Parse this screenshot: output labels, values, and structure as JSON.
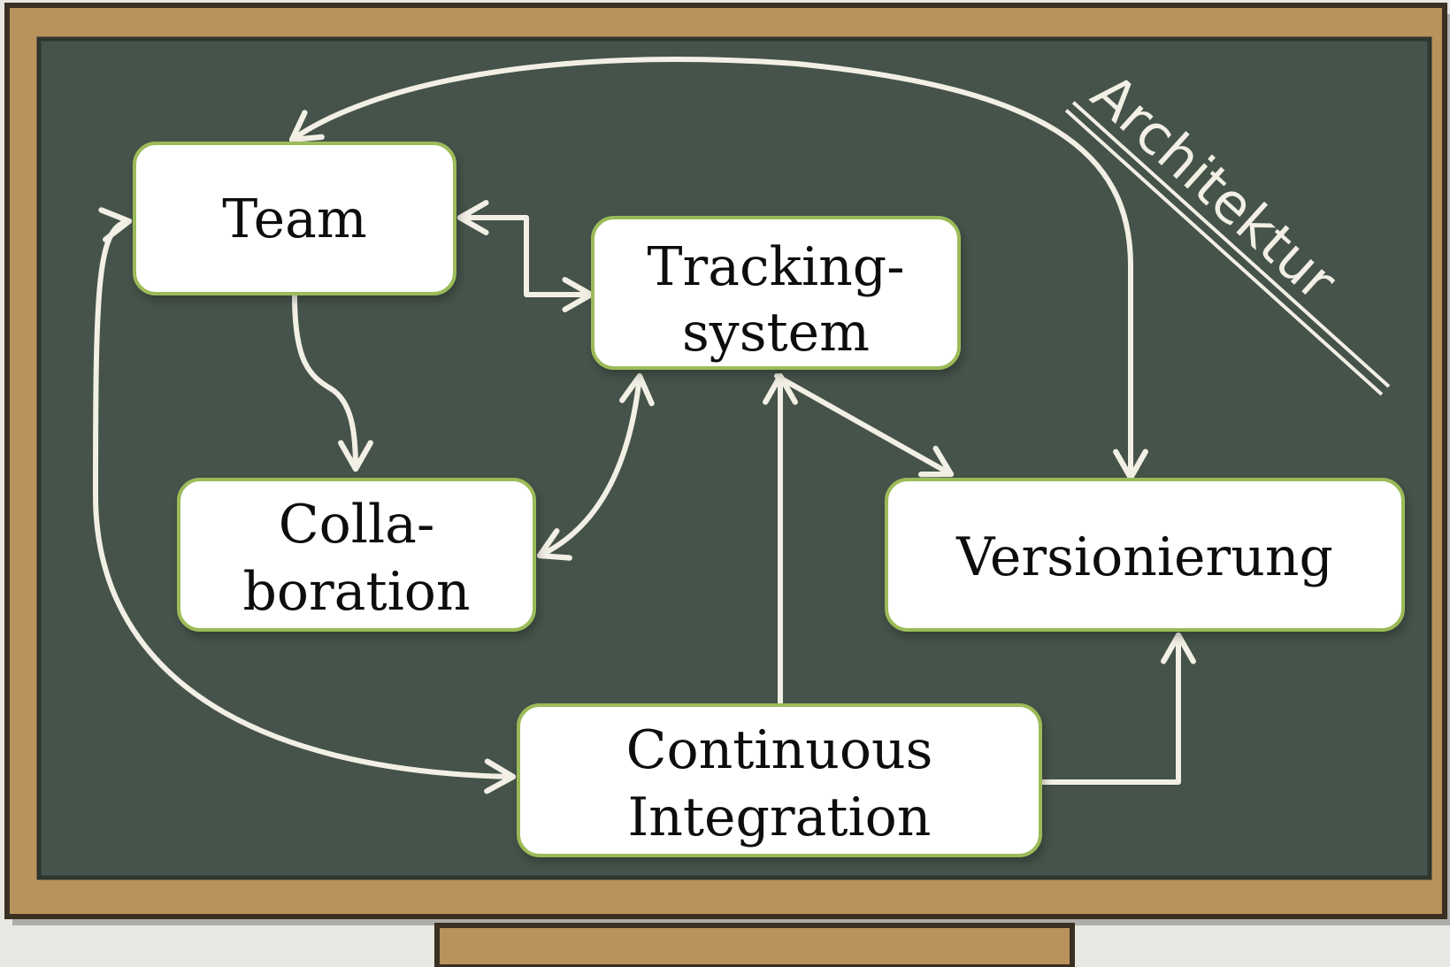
{
  "nodes": {
    "team": {
      "label": "Team"
    },
    "tracking": {
      "line1": "Tracking-",
      "line2": "system"
    },
    "collaboration": {
      "line1": "Colla-",
      "line2": "boration"
    },
    "versionierung": {
      "label": "Versionierung"
    },
    "ci": {
      "line1": "Continuous",
      "line2": "Integration"
    }
  },
  "side_label": "Architektur",
  "colors": {
    "board": "#45534a",
    "frame": "#b9935c",
    "frame_outline": "#3a3022",
    "node_fill": "#ffffff",
    "node_border": "#9bbb59",
    "chalk": "#f2efe4"
  }
}
